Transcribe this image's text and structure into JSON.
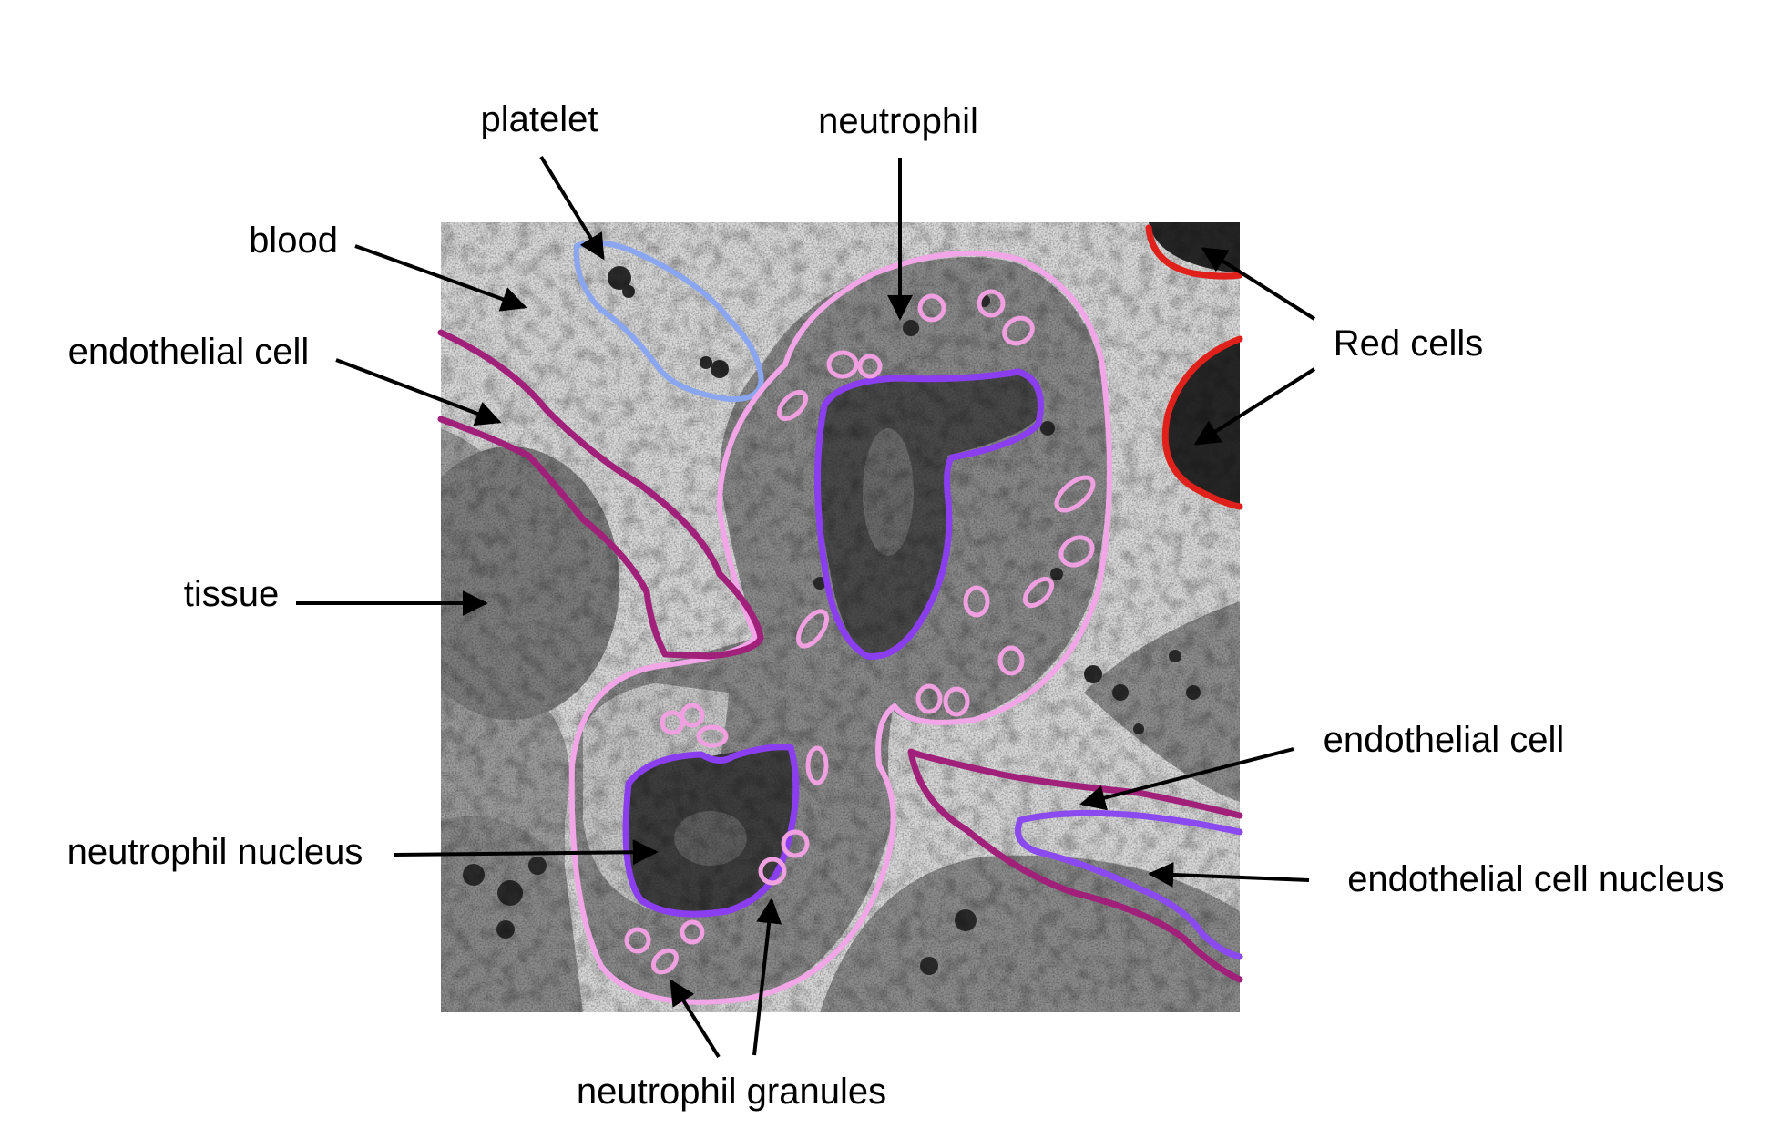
{
  "labels": {
    "platelet": "platelet",
    "neutrophil": "neutrophil",
    "blood": "blood",
    "endothelial_cell_top": "endothelial cell",
    "red_cells": "Red cells",
    "tissue": "tissue",
    "endothelial_cell_right": "endothelial cell",
    "neutrophil_nucleus": "neutrophil nucleus",
    "endothelial_cell_nucleus": "endothelial cell nucleus",
    "neutrophil_granules": "neutrophil granules"
  },
  "outline_colors": {
    "neutrophil": "#f2a6e8",
    "neutrophil_nucleus": "#8a3ef0",
    "neutrophil_granules": "#f0a0e0",
    "platelet": "#8aa6f0",
    "endothelial_cell": "#a0207a",
    "endothelial_cell_nucleus": "#8a4af0",
    "red_cells": "#e0201a"
  }
}
